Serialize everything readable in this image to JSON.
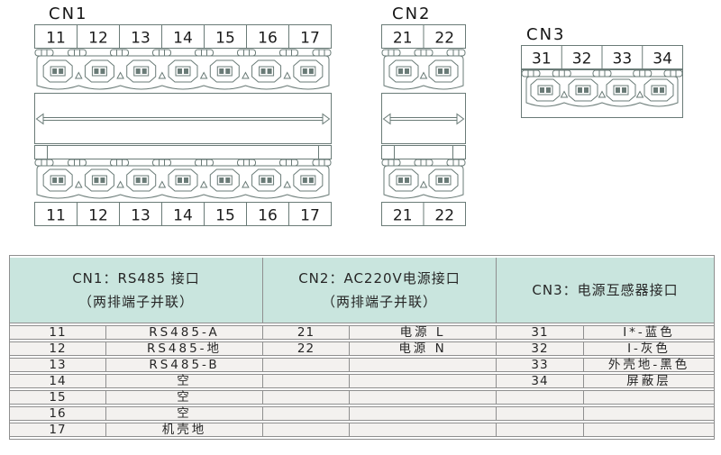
{
  "page": {
    "background": "#ffffff"
  },
  "diagram": {
    "line_color": "#6a7b77",
    "number_color": "#1b1b1b",
    "connectors": [
      {
        "id": "cn1",
        "label": "CN1",
        "rows": 2,
        "terminals_top": [
          "11",
          "12",
          "13",
          "14",
          "15",
          "16",
          "17"
        ],
        "terminals_bottom": [
          "11",
          "12",
          "13",
          "14",
          "15",
          "16",
          "17"
        ]
      },
      {
        "id": "cn2",
        "label": "CN2",
        "rows": 2,
        "terminals_top": [
          "21",
          "22"
        ],
        "terminals_bottom": [
          "21",
          "22"
        ]
      },
      {
        "id": "cn3",
        "label": "CN3",
        "rows": 1,
        "terminals_top": [
          "31",
          "32",
          "33",
          "34"
        ],
        "terminals_bottom": []
      }
    ]
  },
  "table": {
    "colors": {
      "header_bg": "#c9e5de",
      "row_bg": "#f3f1ef",
      "border": "#8f8f8f",
      "text": "#262626"
    },
    "headers": [
      {
        "line1": "CN1：RS485 接口",
        "line2": "（两排端子并联）"
      },
      {
        "line1": "CN2：AC220V电源接口",
        "line2": "（两排端子并联）"
      },
      {
        "line1": "CN3：电源互感器接口",
        "line2": ""
      }
    ],
    "rows": [
      [
        "11",
        "RS485-A",
        "21",
        "电源 L",
        "31",
        "I*-蓝色"
      ],
      [
        "12",
        "RS485-地",
        "22",
        "电源 N",
        "32",
        "I-灰色"
      ],
      [
        "13",
        "RS485-B",
        "",
        "",
        "33",
        "外壳地-黑色"
      ],
      [
        "14",
        "空",
        "",
        "",
        "34",
        "屏蔽层"
      ],
      [
        "15",
        "空",
        "",
        "",
        "",
        ""
      ],
      [
        "16",
        "空",
        "",
        "",
        "",
        ""
      ],
      [
        "17",
        "机壳地",
        "",
        "",
        "",
        ""
      ]
    ]
  }
}
